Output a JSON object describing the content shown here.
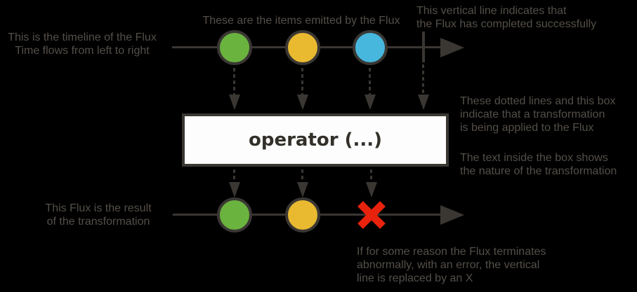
{
  "colors": {
    "background": "#000000",
    "line": "#3a3733",
    "text": "#544f49",
    "box_background": "#fdfdfd",
    "box_text": "#333029",
    "marble_green": "#6ab33f",
    "marble_yellow": "#e9ba30",
    "marble_blue": "#47b7de",
    "error_red": "#e8220c"
  },
  "notes": {
    "timeline": "This is the timeline of the Flux\nTime flows from left to right",
    "items": "These are the items emitted by the Flux",
    "complete": "This vertical line indicates that\nthe Flux has completed successfully",
    "transform": "These dotted lines and this box\nindicate that a transformation\nis being applied to the Flux",
    "box_text": "The text inside the box shows\nthe nature of the transformation",
    "result": "This Flux is the result\nof the transformation",
    "error": "If for some reason the Flux terminates\nabnormally, with an error, the vertical\nline is replaced by an X"
  },
  "operator_box": {
    "label": "operator (...)"
  },
  "marbles": {
    "source": [
      "green",
      "yellow",
      "blue"
    ],
    "result": [
      "green",
      "yellow"
    ],
    "source_terminates": "complete",
    "result_terminates": "error"
  }
}
